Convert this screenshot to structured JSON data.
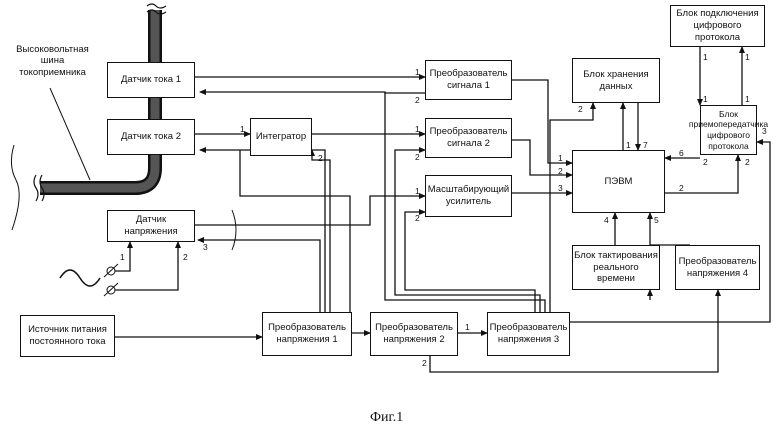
{
  "blocks": {
    "current_sensor_1": "Датчик тока 1",
    "current_sensor_2": "Датчик тока 2",
    "integrator": "Интегратор",
    "voltage_sensor": "Датчик напряжения",
    "power_source": "Источник питания\nпостоянного тока",
    "signal_converter_1": "Преобразователь\nсигнала 1",
    "signal_converter_2": "Преобразователь\nсигнала 2",
    "scaling_amplifier": "Масштабирующий\nусилитель",
    "voltage_converter_1": "Преобразователь\nнапряжения 1",
    "voltage_converter_2": "Преобразователь\nнапряжения 2",
    "voltage_converter_3": "Преобразователь\nнапряжения 3",
    "data_storage": "Блок хранения\nданных",
    "pc": "ПЭВМ",
    "digital_connect": "Блок подключения\nцифрового\nпротокола",
    "transceiver": "Блок\nприемопередатчика\nцифрового\nпротокола",
    "clock": "Блок тактирования\nреального времени",
    "voltage_converter_4": "Преобразователь\nнапряжения 4"
  },
  "bus_label": "Высоковольтная\nшина\nтокоприемника",
  "caption": "Фиг.1",
  "ports": {
    "sc1_in1": "1",
    "sc1_in2": "2",
    "int_in1": "1",
    "int_in2": "2",
    "sc2_in1": "1",
    "sc2_in2": "2",
    "amp_in1": "1",
    "amp_in2": "2",
    "vs_in1": "1",
    "vs_in2": "2",
    "vs_in3": "3",
    "vc3_in1": "1",
    "vc2_out2": "2",
    "pc_in1": "1",
    "pc_in2": "2",
    "pc_in3": "3",
    "pc_in4": "4",
    "pc_in5": "5",
    "pc_in6": "6",
    "pc_in7": "7",
    "pc_out2": "2",
    "ds_in2": "2",
    "ds_out1": "1",
    "dc_out1a": "1",
    "dc_out1b": "1",
    "tr_in1a": "1",
    "tr_in1b": "1",
    "tr_out2a": "2",
    "tr_out2b": "2",
    "tr_in3": "3"
  }
}
